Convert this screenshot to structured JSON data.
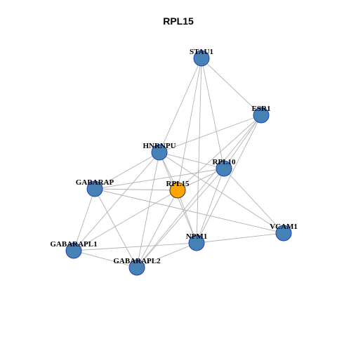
{
  "title": "RPL15",
  "colors": {
    "node_default": "#4682b4",
    "node_highlight": "#ffa500",
    "node_border": "#1f3fbf",
    "edge": "#b3b3b3"
  },
  "nodes": [
    {
      "id": "STAU1",
      "label": "STAU1"
    },
    {
      "id": "ESR1",
      "label": "ESR1"
    },
    {
      "id": "HNRNPU",
      "label": "HNRNPU"
    },
    {
      "id": "RPL10",
      "label": "RPL10"
    },
    {
      "id": "GABARAP",
      "label": "GABARAP"
    },
    {
      "id": "RPL15",
      "label": "RPL15",
      "highlight": true
    },
    {
      "id": "VCAM1",
      "label": "VCAM1"
    },
    {
      "id": "NPM1",
      "label": "NPM1"
    },
    {
      "id": "GABARAPL1",
      "label": "GABARAPL1"
    },
    {
      "id": "GABARAPL2",
      "label": "GABARAPL2"
    }
  ],
  "edges": [
    [
      "STAU1",
      "ESR1"
    ],
    [
      "STAU1",
      "HNRNPU"
    ],
    [
      "STAU1",
      "RPL15"
    ],
    [
      "STAU1",
      "RPL10"
    ],
    [
      "STAU1",
      "NPM1"
    ],
    [
      "ESR1",
      "HNRNPU"
    ],
    [
      "ESR1",
      "RPL10"
    ],
    [
      "ESR1",
      "RPL15"
    ],
    [
      "ESR1",
      "NPM1"
    ],
    [
      "ESR1",
      "GABARAPL2"
    ],
    [
      "HNRNPU",
      "RPL10"
    ],
    [
      "HNRNPU",
      "GABARAP"
    ],
    [
      "HNRNPU",
      "RPL15"
    ],
    [
      "HNRNPU",
      "NPM1"
    ],
    [
      "HNRNPU",
      "GABARAPL1"
    ],
    [
      "HNRNPU",
      "GABARAPL2"
    ],
    [
      "HNRNPU",
      "VCAM1"
    ],
    [
      "RPL10",
      "GABARAP"
    ],
    [
      "RPL10",
      "RPL15"
    ],
    [
      "RPL10",
      "NPM1"
    ],
    [
      "RPL10",
      "VCAM1"
    ],
    [
      "RPL10",
      "GABARAPL2"
    ],
    [
      "GABARAP",
      "RPL15"
    ],
    [
      "GABARAP",
      "GABARAPL1"
    ],
    [
      "GABARAP",
      "GABARAPL2"
    ],
    [
      "GABARAP",
      "VCAM1"
    ],
    [
      "RPL15",
      "NPM1"
    ],
    [
      "RPL15",
      "GABARAPL1"
    ],
    [
      "RPL15",
      "GABARAPL2"
    ],
    [
      "NPM1",
      "VCAM1"
    ],
    [
      "NPM1",
      "GABARAPL1"
    ],
    [
      "NPM1",
      "GABARAPL2"
    ],
    [
      "GABARAPL1",
      "GABARAPL2"
    ]
  ]
}
